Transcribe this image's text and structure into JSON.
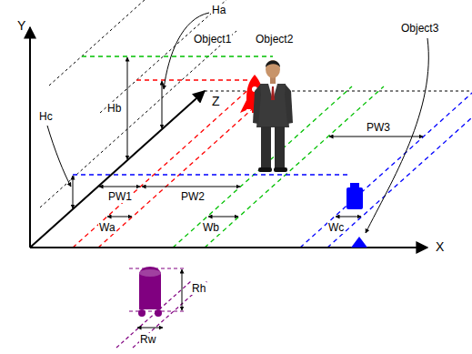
{
  "diagram": {
    "labels": [
      "Y",
      "X",
      "Z",
      "Ha",
      "Hb",
      "Hc",
      "Object1",
      "Object2",
      "Object3",
      "PW1",
      "PW2",
      "PW3",
      "Wa",
      "Wb",
      "Wc",
      "Rh",
      "Rw"
    ]
  }
}
